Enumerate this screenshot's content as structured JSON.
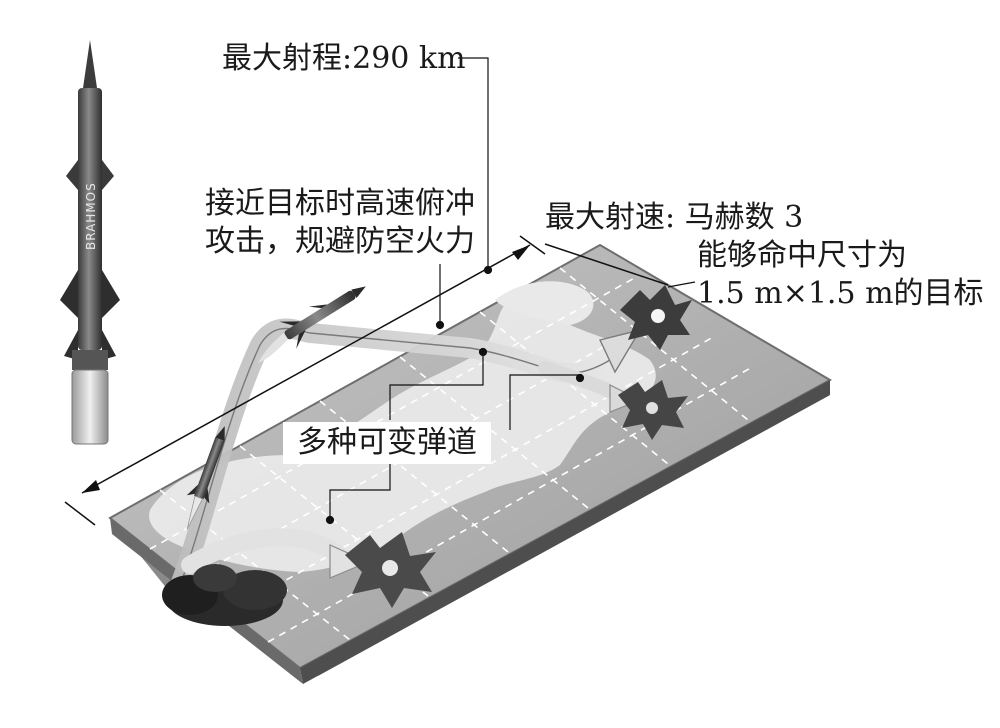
{
  "labels": {
    "max_range": "最大射程:290 km",
    "dive_attack_line1": "接近目标时高速俯冲",
    "dive_attack_line2": "攻击，规避防空火力",
    "max_speed": "最大射速: 马赫数 3",
    "hit_target_line1": "能够命中尺寸为",
    "hit_target_line2": "1.5 m×1.5 m的目标",
    "variable_trajectory": "多种可变弹道"
  },
  "missile_body_text": "BRAHMOS",
  "colors": {
    "ground": "#b4b4b4",
    "ground_edge": "#6e6e6e",
    "terrain": "#e8e8e8",
    "smoke": "#2a2a2a",
    "explosion": "#4a4a4a",
    "trajectory": "#cfcfcf",
    "leader_line": "#222222"
  },
  "icons": [
    "missile-icon",
    "explosion-icon",
    "smoke-cloud-icon",
    "arrow-icon"
  ]
}
